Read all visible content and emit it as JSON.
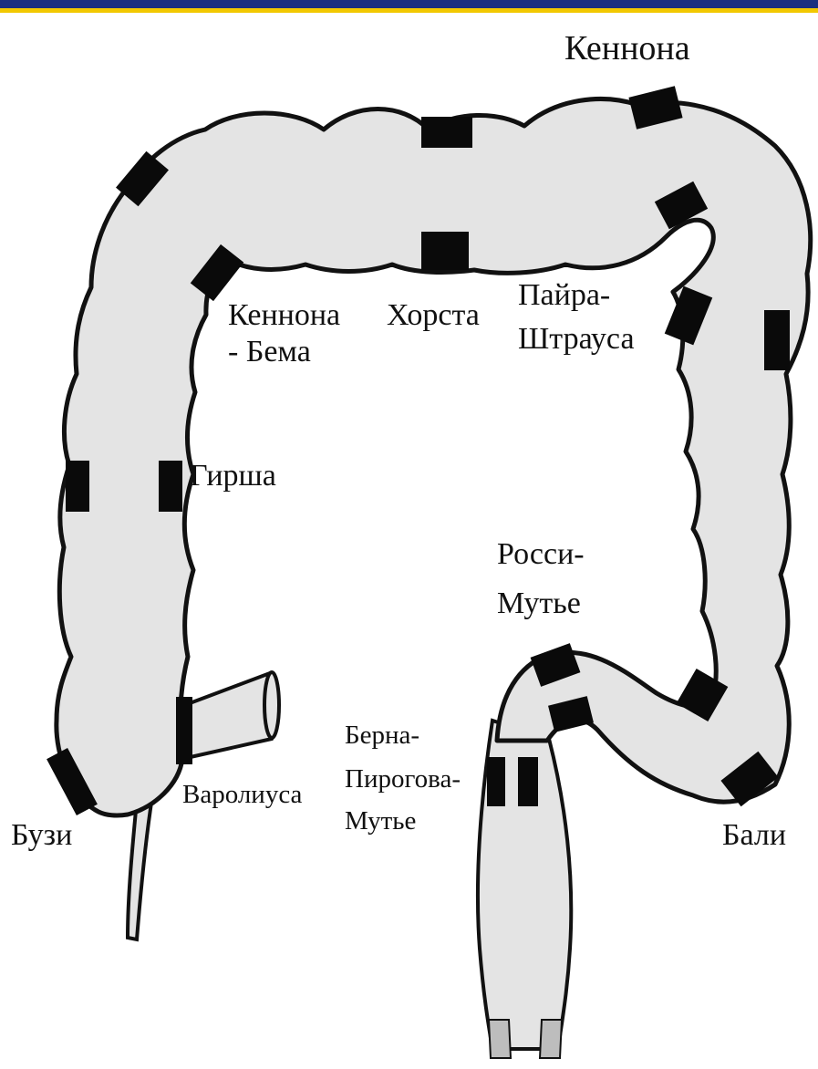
{
  "colors": {
    "header_bar": "#1b2f7f",
    "header_stripe": "#f2c800",
    "intestine_fill": "#e4e4e4",
    "outline": "#111111",
    "sphincter": "#0a0a0a"
  },
  "labels": {
    "kennona_top": "Кеннона",
    "kennona_bema_1": "Кеннона",
    "kennona_bema_2": "- Бема",
    "horsta": "Хорста",
    "payra_1": "Пайра-",
    "payra_2": "Штрауса",
    "girsha": "Гирша",
    "rossi_1": "Росси-",
    "rossi_2": "Мутье",
    "berna_1": "Берна-",
    "berna_2": "Пирогова-",
    "berna_3": "Мутье",
    "varoliusa": "Варолиуса",
    "buzi": "Бузи",
    "bali": "Бали"
  }
}
